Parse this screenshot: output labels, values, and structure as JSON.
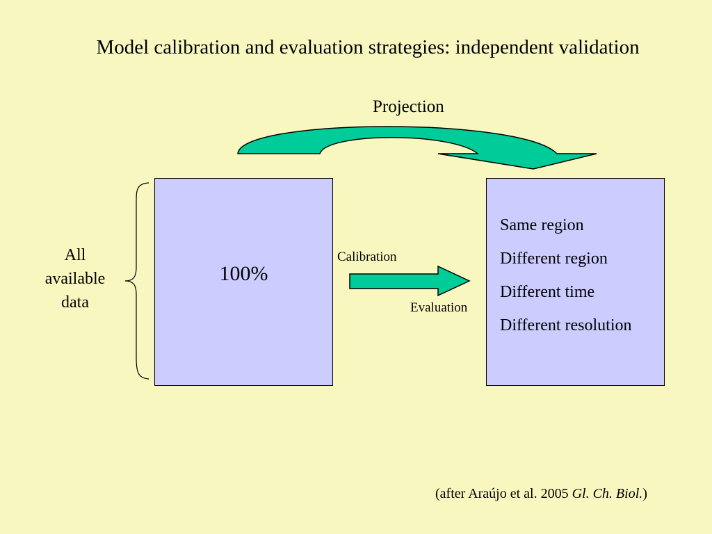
{
  "title": "Model calibration and evaluation strategies: independent validation",
  "projection_label": "Projection",
  "all_data_label": {
    "line1": "All",
    "line2": "available",
    "line3": "data"
  },
  "box_value": "100%",
  "calibration_label": "Calibration",
  "evaluation_label": "Evaluation",
  "targets": [
    "Same region",
    "Different region",
    "Different time",
    "Different resolution"
  ],
  "citation": {
    "prefix": "(after Araújo et al. 2005 ",
    "journal": "Gl. Ch. Biol.",
    "suffix": ")"
  },
  "colors": {
    "background": "#f8f7c0",
    "box_fill": "#ccccff",
    "arrow_fill": "#00cc99"
  }
}
